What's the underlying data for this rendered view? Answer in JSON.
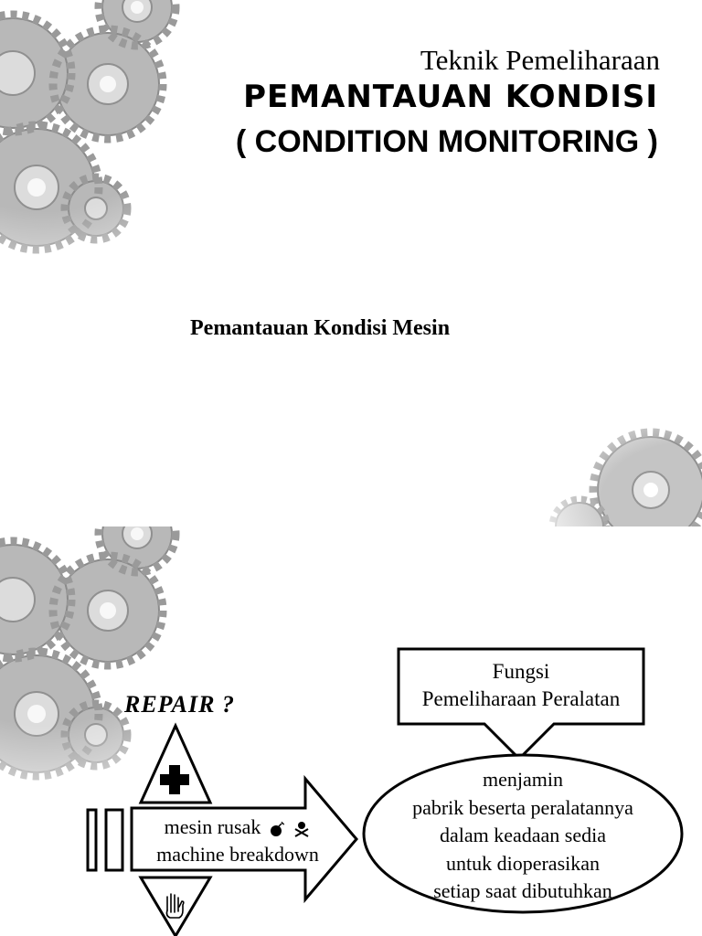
{
  "slide1": {
    "subtitle": "Teknik Pemeliharaan",
    "title": "PEMANTAUAN KONDISI",
    "title_english": "( CONDITION MONITORING )",
    "body": "Pemantauan Kondisi Mesin"
  },
  "slide2": {
    "repair_label": "REPAIR  ?",
    "callout_box": {
      "line1": "Fungsi",
      "line2": "Pemeliharaan Peralatan"
    },
    "ellipse": {
      "lines": [
        "menjamin",
        "pabrik beserta peralatannya",
        "dalam keadaan sedia",
        "untuk dioperasikan",
        "setiap saat dibutuhkan"
      ]
    },
    "arrow": {
      "line1": "mesin rusak",
      "line2": "machine breakdown"
    },
    "icons": [
      "plus-icon",
      "bomb-icon",
      "skull-crossbones-icon",
      "hand-icon"
    ]
  }
}
